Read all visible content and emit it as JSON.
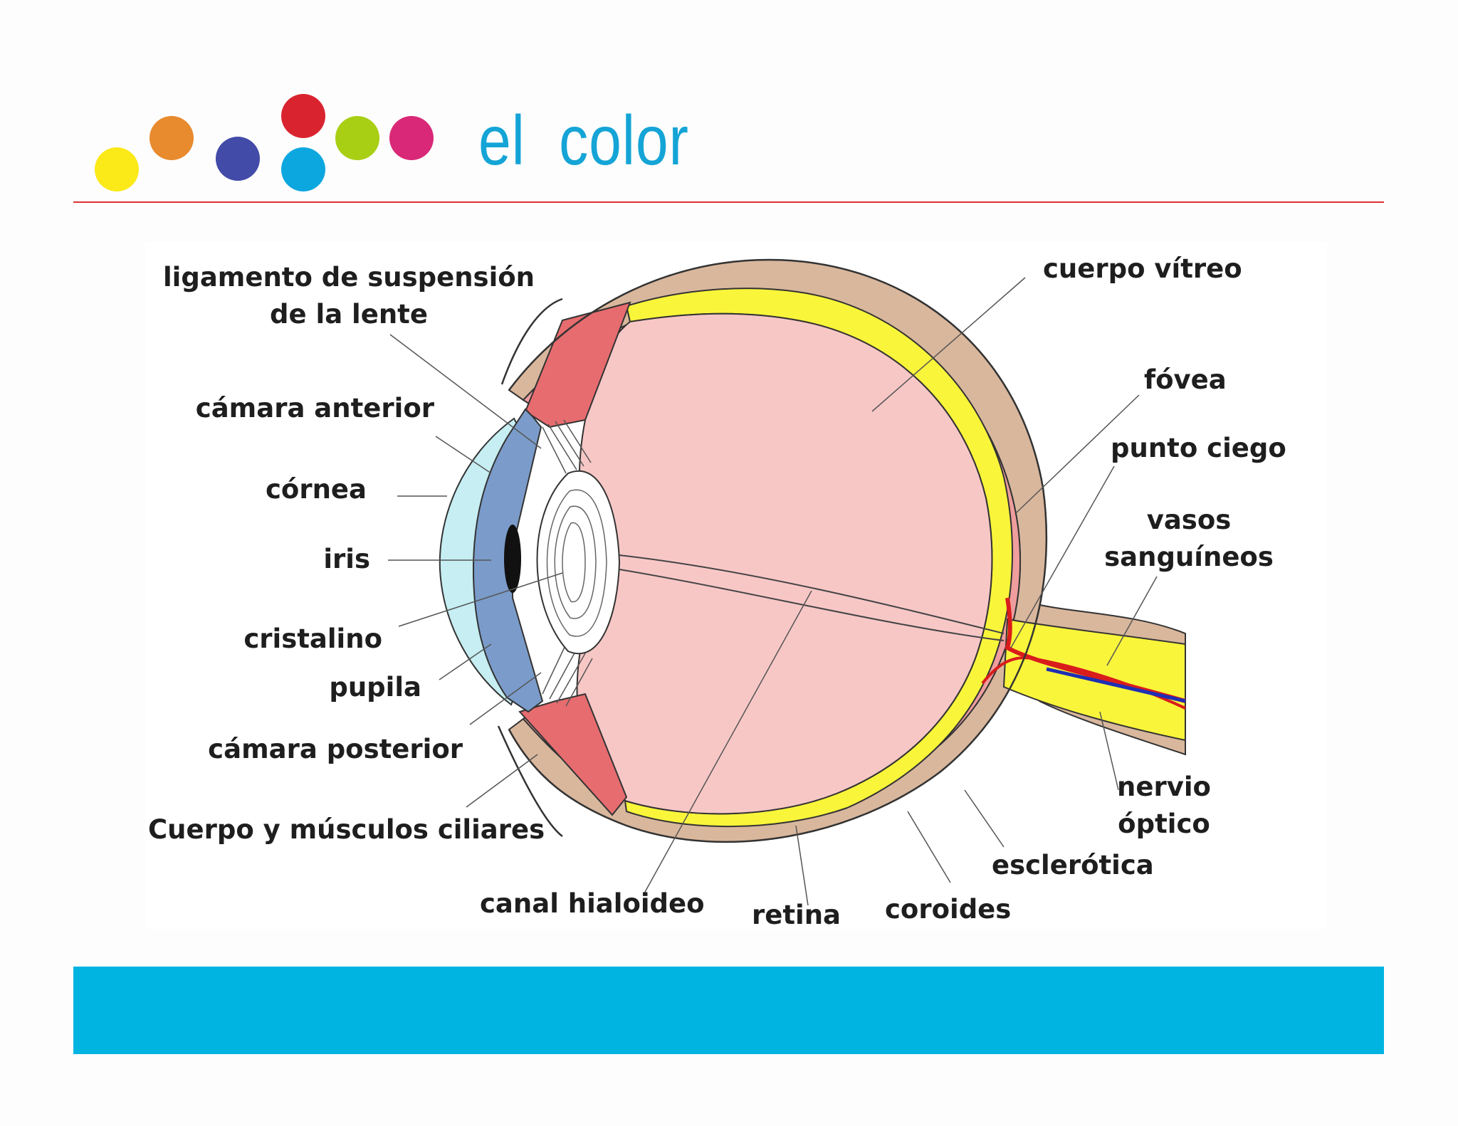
{
  "header": {
    "title": "el  color",
    "title_color": "#15a4d6",
    "rule_color": "#d9322f",
    "dot_colors": [
      "#fbe918",
      "#e88a2e",
      "#424ba8",
      "#d92430",
      "#0da7e0",
      "#a8cf14",
      "#d92877"
    ]
  },
  "diagram": {
    "labels": {
      "ligamento": [
        "ligamento de suspensión",
        "de la lente"
      ],
      "camara_anterior": "cámara anterior",
      "cornea": "córnea",
      "iris": "iris",
      "cristalino": "cristalino",
      "pupila": "pupila",
      "camara_posterior": "cámara posterior",
      "cuerpo_musculos_ciliares": "Cuerpo y músculos ciliares",
      "canal_hialoideo": "canal hialoideo",
      "retina": "retina",
      "coroides": "coroides",
      "esclerotica": "esclerótica",
      "nervio_optico": [
        "nervio",
        "óptico"
      ],
      "vasos_sanguineos": [
        "vasos",
        "sanguíneos"
      ],
      "punto_ciego": "punto ciego",
      "fovea": "fóvea",
      "cuerpo_vitreo": "cuerpo vítreo"
    },
    "colors": {
      "sclera": "#d9b79d",
      "choroid": "#ef9d9d",
      "retina": "#f9f53a",
      "vitreous": "#f7c7c6",
      "cornea": "#c6eef3",
      "iris": "#7b9cca",
      "ciliary": "#e76c6f",
      "vessel_red": "#d91c1c",
      "vessel_blue": "#1e2fb4"
    }
  },
  "footer": {
    "band_color": "#00b4e1"
  }
}
